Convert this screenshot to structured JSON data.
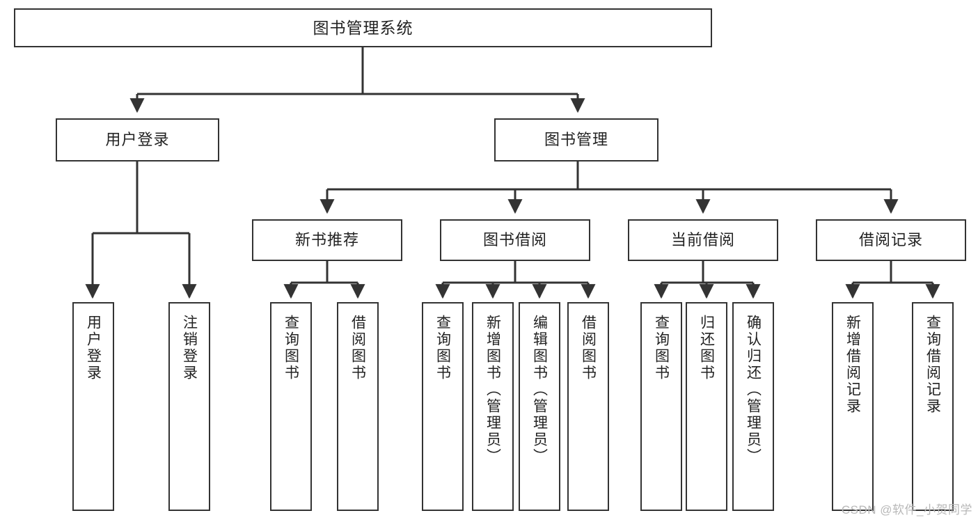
{
  "diagram": {
    "title": "图书管理系统",
    "type": "tree",
    "colors": {
      "box_border": "#333333",
      "box_fill": "#ffffff",
      "connector": "#333333",
      "text": "#222222",
      "watermark": "#b8b8b8",
      "background": "#ffffff"
    },
    "root": {
      "label": "图书管理系统"
    },
    "level1": [
      {
        "label": "用户登录"
      },
      {
        "label": "图书管理"
      }
    ],
    "level2": [
      {
        "label": "新书推荐"
      },
      {
        "label": "图书借阅"
      },
      {
        "label": "当前借阅"
      },
      {
        "label": "借阅记录"
      }
    ],
    "leaves": {
      "user_login": [
        {
          "label": "用户登录"
        },
        {
          "label": "注销登录"
        }
      ],
      "new_book_recommend": [
        {
          "label": "查询图书"
        },
        {
          "label": "借阅图书"
        }
      ],
      "book_borrow": [
        {
          "label": "查询图书"
        },
        {
          "label": "新增图书（管理员）"
        },
        {
          "label": "编辑图书（管理员）"
        },
        {
          "label": "借阅图书"
        }
      ],
      "current_borrow": [
        {
          "label": "查询图书"
        },
        {
          "label": "归还图书"
        },
        {
          "label": "确认归还（管理员）"
        }
      ],
      "borrow_record": [
        {
          "label": "新增借阅记录"
        },
        {
          "label": "查询借阅记录"
        }
      ]
    }
  },
  "watermark": {
    "text": "CSDN @软件_小贺同学"
  }
}
